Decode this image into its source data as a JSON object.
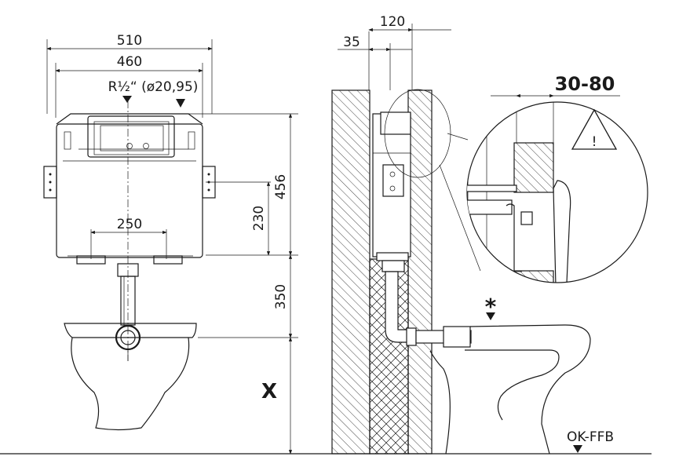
{
  "front_view": {
    "width_outer": "510",
    "width_inner": "460",
    "connection": "R½“ (ø20,95)",
    "height_total": "456",
    "height_mount": "230",
    "bracket_spacing": "250",
    "flush_height": "350",
    "floor_height": "X"
  },
  "side_view": {
    "offset_top": "120",
    "offset_wall": "35",
    "floor_label": "OK-FFB",
    "marker": "*"
  },
  "detail": {
    "range_label": "30-80",
    "warning_symbol": "!"
  },
  "colors": {
    "line": "#1a1a1a",
    "background": "#ffffff"
  }
}
